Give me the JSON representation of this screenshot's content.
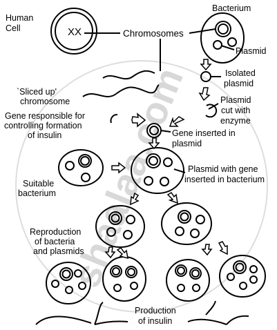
{
  "diagram": {
    "labels": {
      "human_cell_line1": "Human",
      "human_cell_line2": "Cell",
      "chromosome_letters": "XX",
      "chromosomes": "Chromosomes",
      "bacterium": "Bacterium",
      "plasmid": "Plasmid",
      "isolated_plasmid_line1": "Isolated",
      "isolated_plasmid_line2": "plasmid",
      "sliced_line1": "`Sliced up'",
      "sliced_line2": "chromosome",
      "plasmid_cut_line1": "Plasmid",
      "plasmid_cut_line2": "cut with",
      "plasmid_cut_line3": "enzyme",
      "gene_line1": "Gene responsible for",
      "gene_line2": "controlling formation",
      "gene_line3": "of insulin",
      "gene_inserted_line1": "Gene inserted in",
      "gene_inserted_line2": "plasmid",
      "suitable_line1": "Suitable",
      "suitable_line2": "bacterium",
      "plasmid_gene_line1": "Plasmid with gene",
      "plasmid_gene_line2": "inserted in bacterium",
      "reproduction_line1": "Reproduction",
      "reproduction_line2": "of bacteria",
      "reproduction_line3": "and plasmids",
      "production_line1": "Production",
      "production_line2": "of insulin"
    },
    "watermark": "shaalaa.com"
  }
}
